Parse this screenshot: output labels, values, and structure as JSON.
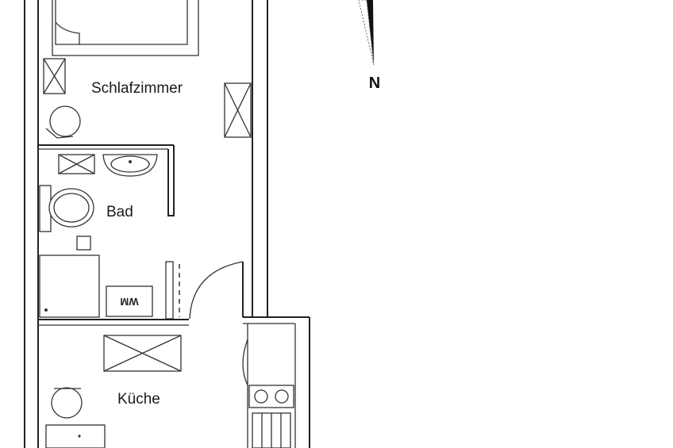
{
  "rooms": {
    "bedroom": "Schlafzimmer",
    "bathroom": "Bad",
    "kitchen": "Küche"
  },
  "compass": {
    "label": "N"
  },
  "fixtures": {
    "washer_label": "WM"
  },
  "colors": {
    "lines": "#222222",
    "background": "#ffffff"
  }
}
